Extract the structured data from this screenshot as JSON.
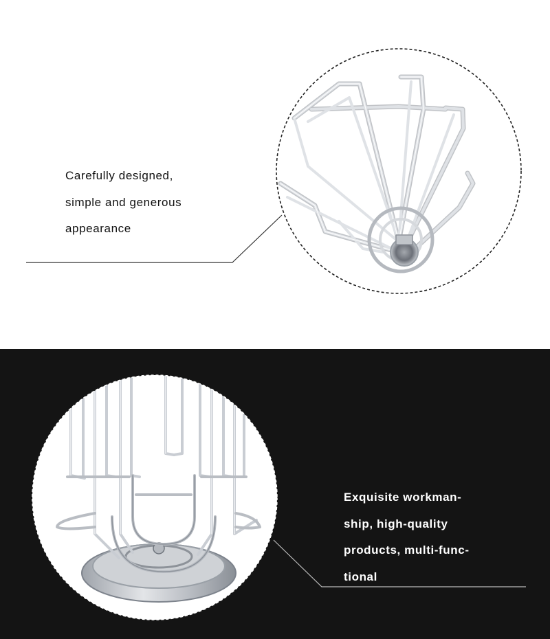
{
  "top_feature": {
    "caption_lines": [
      "Carefully designed,",
      "simple and generous",
      "appearance"
    ]
  },
  "bottom_feature": {
    "caption_lines": [
      "Exquisite workman-",
      "ship, high-quality",
      "products, multi-func-",
      "tional"
    ]
  },
  "colors": {
    "top_background": "#ffffff",
    "bottom_background": "#141414",
    "top_text": "#111111",
    "bottom_text": "#ffffff",
    "chrome": "#c9cdd3",
    "chrome_shadow": "#7d838c"
  }
}
